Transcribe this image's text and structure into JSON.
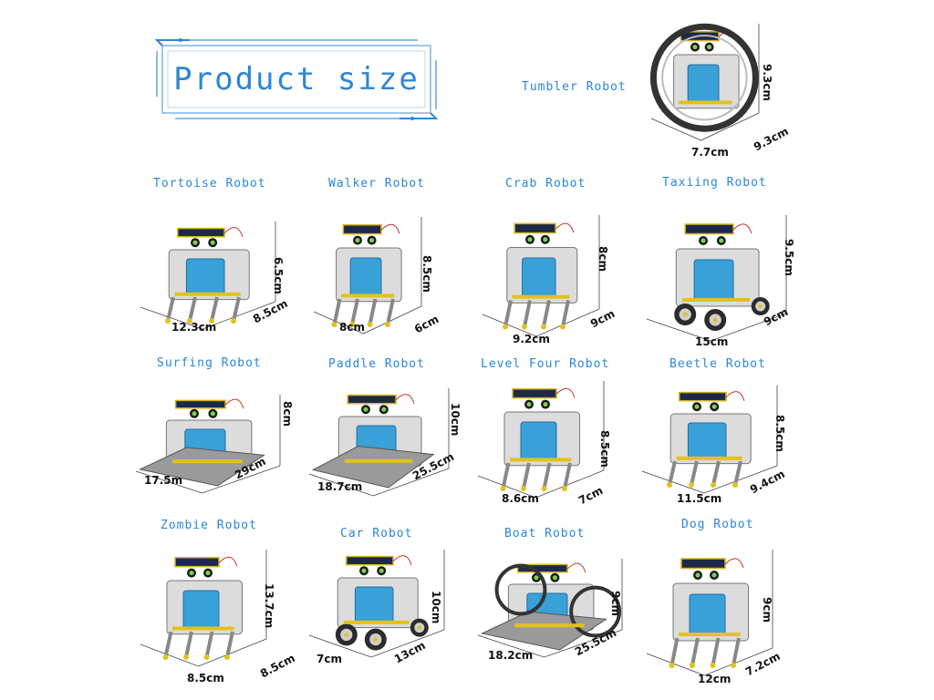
{
  "title": "Product size",
  "robots": [
    {
      "name": "Tumbler Robot",
      "dims": [
        "7.7cm",
        "9.3cm",
        "9.3cm"
      ]
    },
    {
      "name": "Tortoise Robot",
      "dims": [
        "12.3cm",
        "8.5cm",
        "6.5cm"
      ]
    },
    {
      "name": "Walker Robot",
      "dims": [
        "8cm",
        "6cm",
        "8.5cm"
      ]
    },
    {
      "name": "Crab Robot",
      "dims": [
        "9.2cm",
        "9cm",
        "8cm"
      ]
    },
    {
      "name": "Taxiing Robot",
      "dims": [
        "15cm",
        "9cm",
        "9.5cm"
      ]
    },
    {
      "name": "Surfing Robot",
      "dims": [
        "17.5m",
        "29cm",
        "8cm"
      ]
    },
    {
      "name": "Paddle Robot",
      "dims": [
        "18.7cm",
        "25.5cm",
        "10cm"
      ]
    },
    {
      "name": "Level Four Robot",
      "dims": [
        "8.6cm",
        "7cm",
        "8.5cm"
      ]
    },
    {
      "name": "Beetle Robot",
      "dims": [
        "11.5cm",
        "9.4cm",
        "8.5cm"
      ]
    },
    {
      "name": "Zombie Robot",
      "dims": [
        "8.5cm",
        "8.5cm",
        "13.7cm"
      ]
    },
    {
      "name": "Car Robot",
      "dims": [
        "7cm",
        "13cm",
        "10cm"
      ]
    },
    {
      "name": "Boat Robot",
      "dims": [
        "18.2cm",
        "25.5cm",
        "9cm"
      ]
    },
    {
      "name": "Dog Robot",
      "dims": [
        "12cm",
        "7.2cm",
        "9cm"
      ]
    }
  ],
  "colors": {
    "accent": "#2a87d8",
    "panel": "#3aa0d8",
    "solar": "#1b2a4a",
    "frame": "#dcdcdc"
  }
}
